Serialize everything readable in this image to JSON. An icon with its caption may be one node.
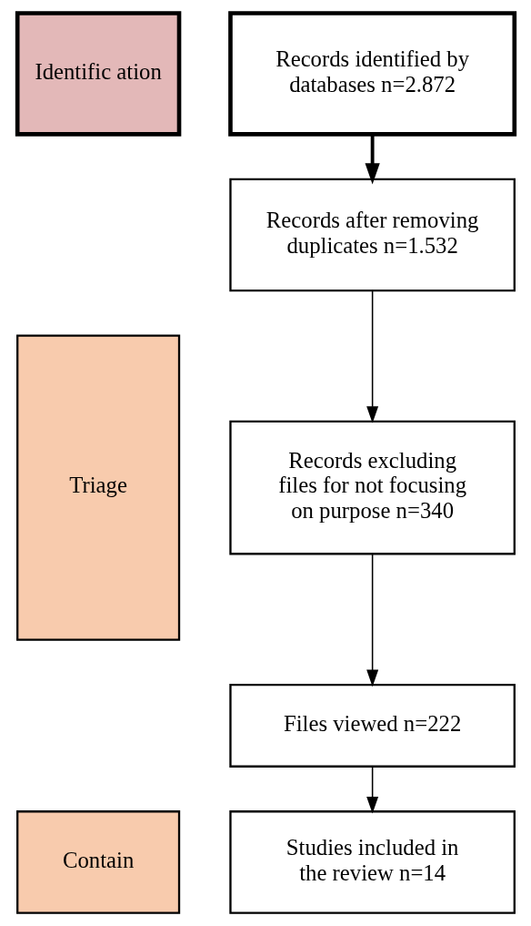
{
  "diagram": {
    "nodes": [
      {
        "text": [
          "Identific ation"
        ]
      },
      {
        "text": [
          "Records identified by databases n=2.872"
        ]
      },
      {
        "text": [
          "Triage"
        ]
      },
      {
        "text": [
          "Records after removing duplicates n=1.532"
        ]
      },
      {
        "text": [
          "Records excluding files for not focusing on purpose n=340"
        ]
      },
      {
        "text": [
          "Files viewed n=222"
        ]
      },
      {
        "text": [
          "Contain"
        ]
      },
      {
        "text": [
          "Studies included in the review n=14"
        ]
      }
    ],
    "edges": [
      {
        "from": 1,
        "to": 3,
        "arrow": "to",
        "style": "thick"
      },
      {
        "from": 3,
        "to": 4,
        "arrow": "to"
      },
      {
        "from": 4,
        "to": 5,
        "arrow": "to"
      },
      {
        "from": 5,
        "to": 7,
        "arrow": "to"
      }
    ]
  }
}
